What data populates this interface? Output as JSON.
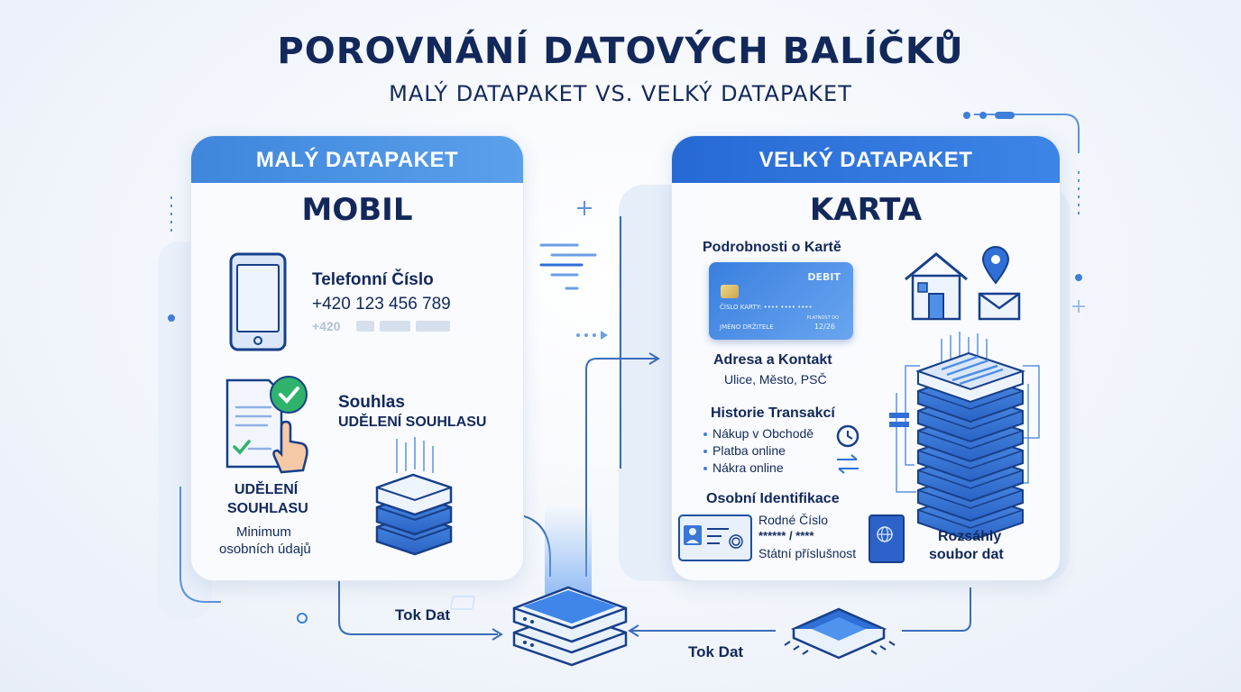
{
  "title": "POROVNÁNÍ DATOVÝCH BALÍČKŮ",
  "subtitle": "MALÝ DATAPAKET VS. VELKÝ DATAPAKET",
  "left_panel": {
    "header": "MALÝ DATAPAKET",
    "title": "MOBIL",
    "phone_label": "Telefonní Číslo",
    "phone_number": "+420 123 456 789",
    "phone_masked": "+420",
    "consent_title": "Souhlas",
    "consent_subtitle": "UDĚLENÍ SOUHLASU",
    "consent_caption_line1": "UDĚLENÍ",
    "consent_caption_line2": "SOUHLASU",
    "minimum_line1": "Minimum",
    "minimum_line2": "osobních údajů"
  },
  "right_panel": {
    "header": "VELKÝ DATAPAKET",
    "title": "KARTA",
    "card_details_label": "Podrobnosti o Kartě",
    "card": {
      "type": "DEBIT",
      "number_label": "ČÍSLO KARTY: •••• •••• ••••",
      "holder": "JMÉNO DRŽITELE",
      "valid_label": "PLATNOST DO",
      "valid_date": "12/26"
    },
    "address_title": "Adresa a Kontakt",
    "address_detail": "Ulice, Město, PSČ",
    "history_title": "Historie Transakcí",
    "history_items": [
      "Nákup v Obchodě",
      "Platba online",
      "Nákra online"
    ],
    "id_title": "Osobní Identifikace",
    "id_birth": "Rodné Číslo",
    "id_masked": "****** / ****",
    "id_nationality": "Státní příslušnost",
    "large_data_line1": "Rozsáhlý",
    "large_data_line2": "soubor dat"
  },
  "flow_label_left": "Tok Dat",
  "flow_label_right": "Tok Dat",
  "colors": {
    "accent": "#2f6fd6",
    "navy": "#13285a",
    "success": "#2fb36b"
  }
}
